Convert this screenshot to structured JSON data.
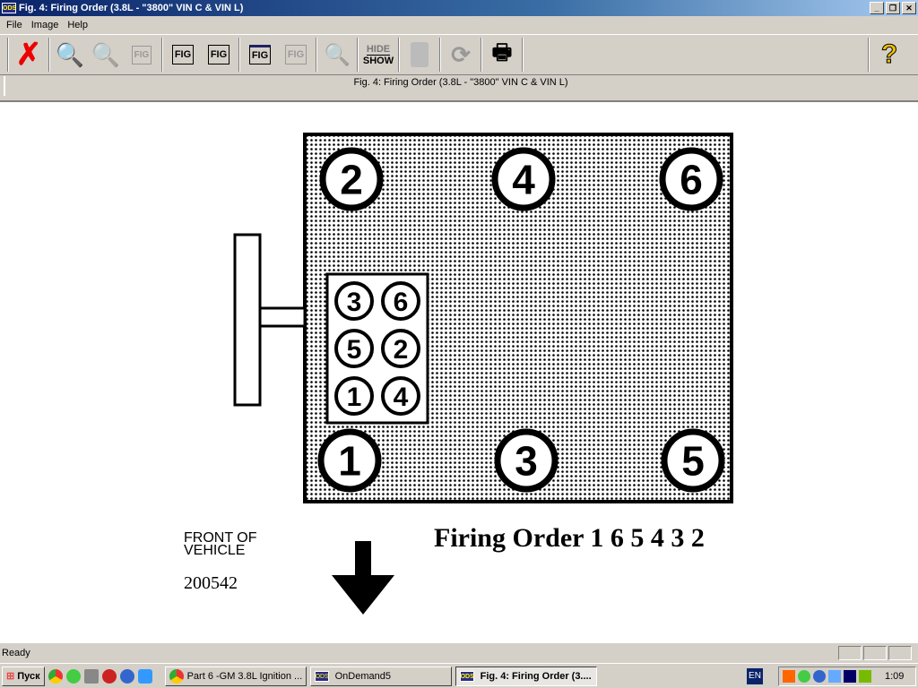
{
  "window": {
    "title": "Fig. 4: Firing Order (3.8L - \"3800\" VIN C & VIN L)",
    "app_icon": "ODS"
  },
  "menu": [
    "File",
    "Image",
    "Help"
  ],
  "toolbar": {
    "hide_label": "HIDE",
    "show_label": "SHOW",
    "fig_label": "FIG"
  },
  "caption": "Fig. 4: Firing Order (3.8L - \"3800\" VIN C & VIN L)",
  "figure": {
    "cylinders_top": [
      "2",
      "4",
      "6"
    ],
    "cylinders_bottom": [
      "1",
      "3",
      "5"
    ],
    "coil_pack": [
      [
        "3",
        "6"
      ],
      [
        "5",
        "2"
      ],
      [
        "1",
        "4"
      ]
    ],
    "front_label_1": "FRONT OF",
    "front_label_2": "VEHICLE",
    "figure_number": "200542",
    "firing_order": "Firing Order 1 6 5 4 3 2"
  },
  "status": "Ready",
  "taskbar": {
    "start": "Пуск",
    "tasks": [
      "Part 6 -GM 3.8L Ignition ...",
      "OnDemand5",
      "Fig. 4: Firing Order (3...."
    ],
    "lang": "EN",
    "clock": "1:09"
  }
}
